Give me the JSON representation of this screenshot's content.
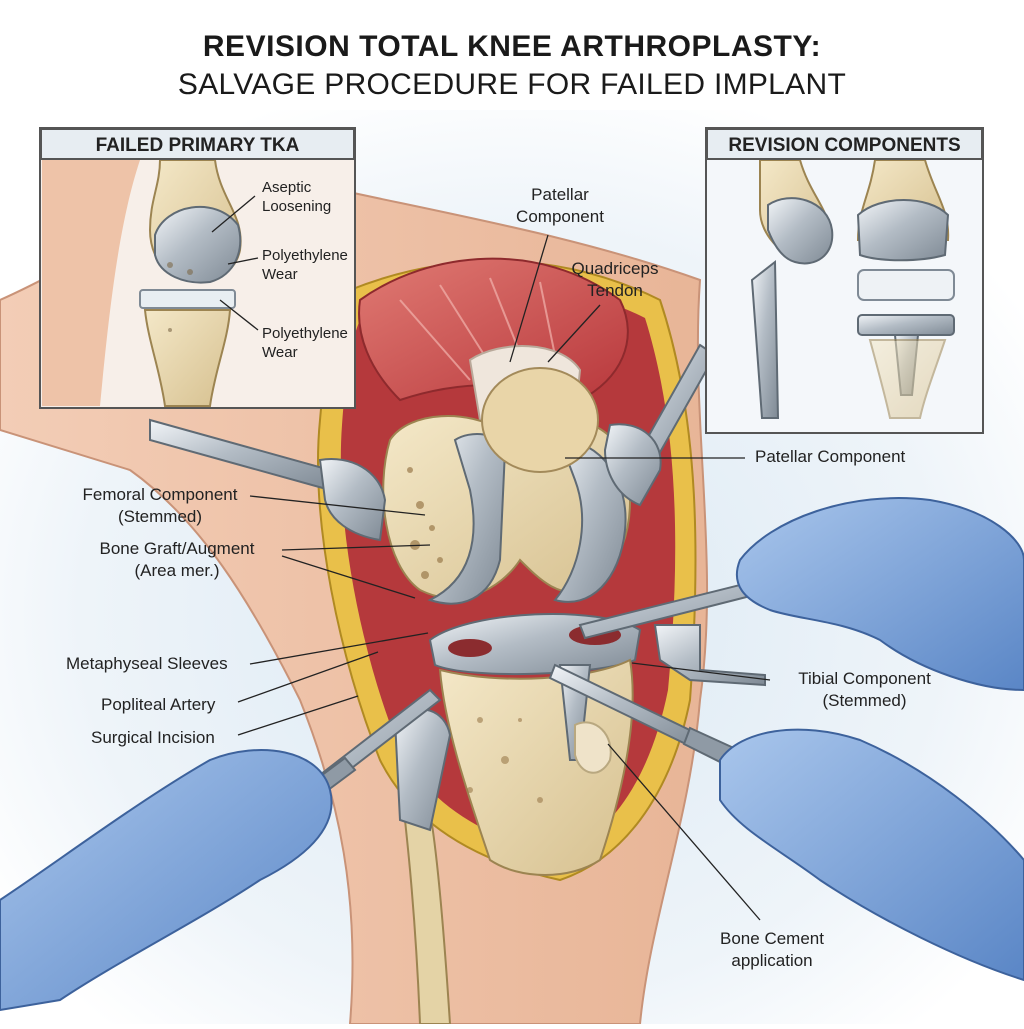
{
  "title": {
    "line1": "REVISION TOTAL KNEE ARTHROPLASTY:",
    "line2": "SALVAGE PROCEDURE FOR FAILED IMPLANT"
  },
  "insets": {
    "failed_primary": {
      "heading": "FAILED PRIMARY TKA",
      "labels": {
        "aseptic": [
          "Aseptic",
          "Loosening"
        ],
        "poly_wear_1": [
          "Polyethylene",
          "Wear"
        ],
        "poly_wear_2": [
          "Polyethylene",
          "Wear"
        ]
      }
    },
    "revision": {
      "heading": "REVISION COMPONENTS"
    }
  },
  "labels": {
    "patellar_top": [
      "Patellar",
      "Component"
    ],
    "quadriceps": [
      "Quadriceps",
      "Tendon"
    ],
    "patellar_right": "Patellar Component",
    "femoral": [
      "Femoral Component",
      "(Stemmed)"
    ],
    "bone_graft": [
      "Bone Graft/Augment",
      "(Area mer.)"
    ],
    "metaphyseal": "Metaphyseal Sleeves",
    "popliteal": "Popliteal Artery",
    "incision": "Surgical Incision",
    "tibial": [
      "Tibial Component",
      "(Stemmed)"
    ],
    "cement": [
      "Bone Cement",
      "application"
    ]
  },
  "colors": {
    "skin": "#eec3a8",
    "muscle": "#c9474a",
    "fat": "#e9c04a",
    "bone": "#e9d9b0",
    "metal": "#b9c2ca",
    "glove": "#6d9ad6",
    "frame": "#555555"
  }
}
